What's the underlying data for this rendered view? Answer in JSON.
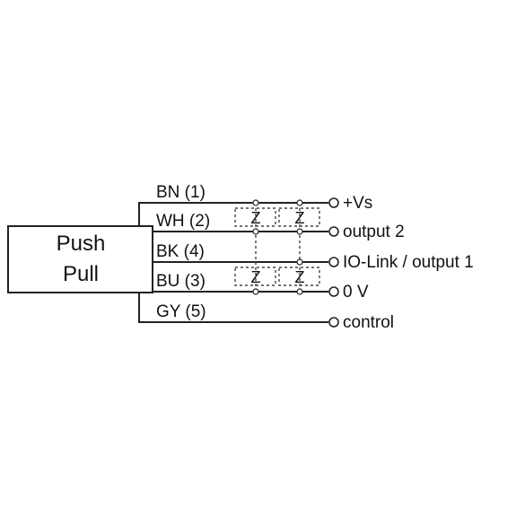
{
  "device": {
    "line1": "Push",
    "line2": "Pull"
  },
  "wires": [
    {
      "label": "BN (1)",
      "terminal": "+Vs"
    },
    {
      "label": "WH (2)",
      "terminal": "output 2"
    },
    {
      "label": "BK (4)",
      "terminal": "IO-Link / output 1"
    },
    {
      "label": "BU (3)",
      "terminal": "0 V"
    },
    {
      "label": "GY (5)",
      "terminal": "control"
    }
  ],
  "load_symbol": "Z"
}
